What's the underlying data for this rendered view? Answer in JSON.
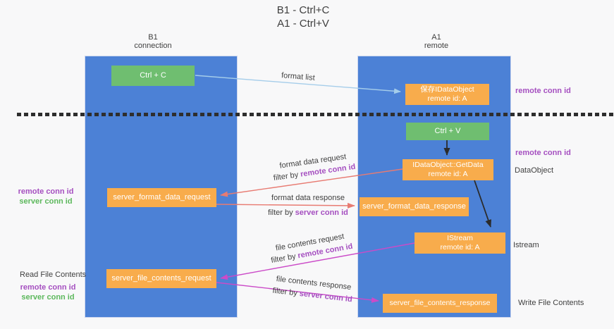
{
  "title": {
    "line1": "B1 - Ctrl+C",
    "line2": "A1 - Ctrl+V"
  },
  "lanes": {
    "left": {
      "name": "B1",
      "role": "connection"
    },
    "right": {
      "name": "A1",
      "role": "remote"
    }
  },
  "nodes": {
    "ctrl_c": {
      "label": "Ctrl + C"
    },
    "ctrl_v": {
      "label": "Ctrl + V"
    },
    "save_dataobject": {
      "line1": "保存IDataObject",
      "line2": "remote id: A"
    },
    "getdata": {
      "line1": "IDataObject::GetData",
      "line2": "remote id: A"
    },
    "istream": {
      "line1": "IStream",
      "line2": "remote id: A"
    },
    "server_format_data_request": {
      "label": "server_format_data_request"
    },
    "server_format_data_response": {
      "label": "server_format_data_response"
    },
    "server_file_contents_request": {
      "label": "server_file_contents_request"
    },
    "server_file_contents_response": {
      "label": "server_file_contents_response"
    }
  },
  "arrow_labels": {
    "format_list": "format list",
    "format_data_request": "format data request",
    "format_data_response": "format data response",
    "file_contents_request": "file contents request",
    "file_contents_response": "file contents response",
    "filter_by": "filter by",
    "remote_conn_id": "remote conn id",
    "server_conn_id": "server conn id"
  },
  "side_labels": {
    "remote_conn_id": "remote conn id",
    "server_conn_id": "server conn id",
    "dataobject": "DataObject",
    "istream": "Istream",
    "read_file_contents": "Read File Contents",
    "write_file_contents": "Write File Contents"
  },
  "colors": {
    "lane_blue": "#4c81d6",
    "node_orange": "#f8ac4c",
    "node_green": "#6fbe70",
    "arrow_light_blue": "#a5cdea",
    "arrow_red": "#e87b72",
    "arrow_magenta": "#cb4bc8",
    "arrow_black": "#2b2b2b",
    "label_purple": "#a54fc0",
    "label_green": "#5cb85c"
  }
}
